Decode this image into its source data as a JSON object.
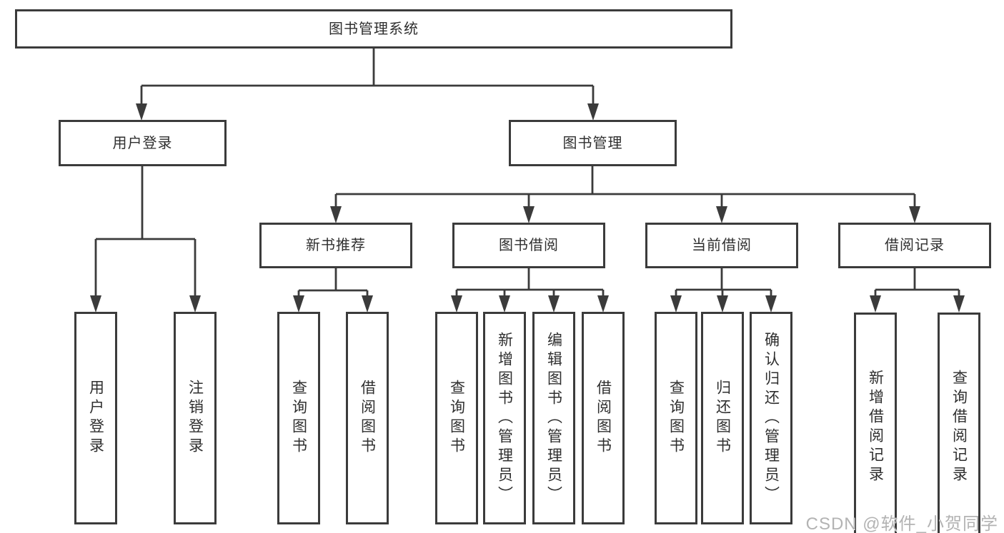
{
  "diagram": {
    "root": {
      "label": "图书管理系统"
    },
    "level2": [
      {
        "id": "user-login",
        "label": "用户登录"
      },
      {
        "id": "book-management",
        "label": "图书管理"
      }
    ],
    "level3": [
      {
        "id": "new-book-recommend",
        "label": "新书推荐",
        "parent": "图书管理"
      },
      {
        "id": "book-borrowing",
        "label": "图书借阅",
        "parent": "图书管理"
      },
      {
        "id": "current-borrowing",
        "label": "当前借阅",
        "parent": "图书管理"
      },
      {
        "id": "borrowing-records",
        "label": "借阅记录",
        "parent": "图书管理"
      }
    ],
    "leaves": [
      {
        "parent": "用户登录",
        "label": "用户登录"
      },
      {
        "parent": "用户登录",
        "label": "注销登录"
      },
      {
        "parent": "新书推荐",
        "label": "查询图书"
      },
      {
        "parent": "新书推荐",
        "label": "借阅图书"
      },
      {
        "parent": "图书借阅",
        "label": "查询图书"
      },
      {
        "parent": "图书借阅",
        "label": "新增图书（管理员）"
      },
      {
        "parent": "图书借阅",
        "label": "编辑图书（管理员）"
      },
      {
        "parent": "图书借阅",
        "label": "借阅图书"
      },
      {
        "parent": "当前借阅",
        "label": "查询图书"
      },
      {
        "parent": "当前借阅",
        "label": "归还图书"
      },
      {
        "parent": "当前借阅",
        "label": "确认归还（管理员）"
      },
      {
        "parent": "借阅记录",
        "label": "新增借阅记录"
      },
      {
        "parent": "借阅记录",
        "label": "查询借阅记录"
      }
    ],
    "watermark": "CSDN @软件_小贺同学",
    "colors": {
      "line": "#3b3b3b",
      "border": "#3b3b3b",
      "text": "#2f2f2f",
      "background": "#ffffff",
      "watermark": "#b3b3b3"
    }
  }
}
